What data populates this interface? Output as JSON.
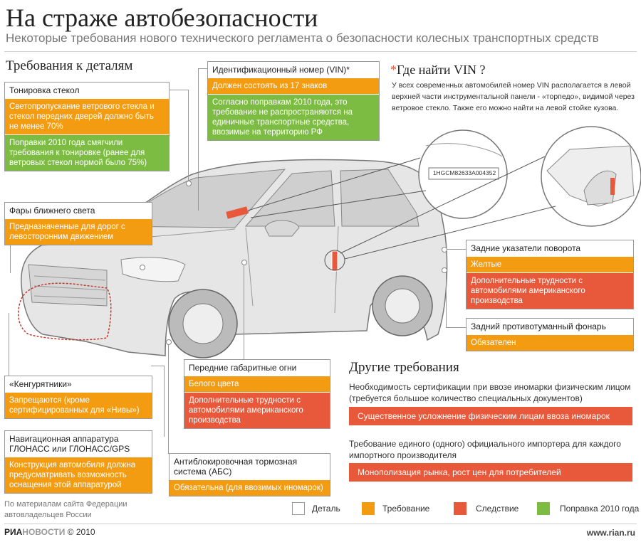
{
  "header": {
    "title": "На страже автобезопасности",
    "subtitle": "Некоторые требования нового технического регламента о безопасности колесных транспортных средств"
  },
  "parts_section": {
    "title": "Требования к деталям"
  },
  "tinting": {
    "label": "Тонировка стекол",
    "requirement": "Светопропускание ветрового стекла и стекол передних дверей должно быть не менее 70%",
    "amendment": "Поправки 2010 года смягчили требования к тонировке (ранее для ветровых стекол нормой было 75%)"
  },
  "vin_box": {
    "label": "Идентификационный номер (VIN)*",
    "requirement": "Должен состоять из 17 знаков",
    "amendment": "Согласно поправкам 2010 года, это требование не распространяются на единичные транспортные средства, ввозимые на территорию РФ"
  },
  "vin_info": {
    "star": "*",
    "question": "Где найти VIN ?",
    "text": "У всех современных автомобилей номер VIN располагается в левой верхней части инструментальной панели - «торпедо», видимой через ветровое стекло. Также его можно найти на левой стойке кузова.",
    "sample": "1HGCM82633A004352"
  },
  "headlights": {
    "label": "Фары ближнего света",
    "requirement": "Предназначенные для дорог с левосторонним движением"
  },
  "turn_signals": {
    "label": "Задние указатели поворота",
    "requirement": "Желтые",
    "consequence": "Дополнительные трудности с автомобилями американского производства"
  },
  "rear_fog": {
    "label": "Задний противотуманный фонарь",
    "requirement": "Обязателен"
  },
  "kenguru": {
    "label": "«Кенгурятники»",
    "requirement": "Запрещаются (кроме сертифицированных для «Нивы»)"
  },
  "position_lights": {
    "label": "Передние габаритные огни",
    "requirement": "Белого цвета",
    "consequence": "Дополнительные трудности с автомобилями американского производства"
  },
  "navigation": {
    "label": "Навигационная аппаратура ГЛОНАСС или ГЛОНАСС/GPS",
    "requirement": "Конструкция автомобиля должна предусматривать возможность оснащения этой аппаратурой"
  },
  "abs": {
    "label": "Антиблокировочная тормозная система (АБС)",
    "requirement": "Обязательна (для ввозимых иномарок)"
  },
  "other": {
    "title": "Другие требования",
    "item1_text": "Необходимость сертификации при ввозе иномарки физическим лицом (требуется большое количество специальных документов)",
    "item1_consequence": "Существенное усложнение физическим лицам ввоза иномарок",
    "item2_text": "Требование единого (одного) официального импортера для каждого импортного производителя",
    "item2_consequence": "Монополизация рынка, рост цен для потребителей"
  },
  "legend": {
    "detail": "Деталь",
    "requirement": "Требование",
    "consequence": "Следствие",
    "amendment": "Поправка 2010 года"
  },
  "colors": {
    "requirement": "#f39c12",
    "consequence": "#e8583a",
    "amendment": "#7cbc42",
    "detail": "#ffffff"
  },
  "footer": {
    "source": "По материалам сайта Федерации автовладельцев России",
    "logo_ria": "РИА",
    "logo_novosti": "НОВОСТИ",
    "copyright": "© 2010",
    "url": "www.rian.ru"
  }
}
